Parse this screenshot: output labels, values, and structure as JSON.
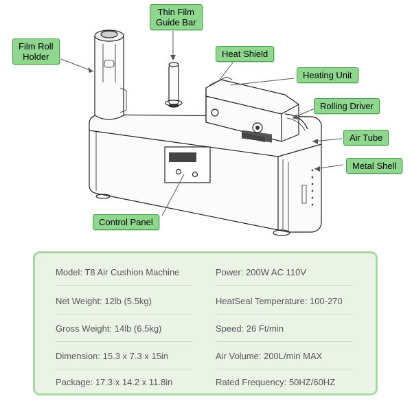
{
  "callouts": {
    "film_roll_holder": [
      "Film Roll",
      "Holder"
    ],
    "thin_film_guide_bar": [
      "Thin Film",
      "Guide Bar"
    ],
    "heat_shield": "Heat Shield",
    "heating_unit": "Heating Unit",
    "rolling_driver": "Rolling Driver",
    "air_tube": "Air Tube",
    "metal_shell": "Metal Shell",
    "control_panel": "Control Panel"
  },
  "colors": {
    "callout_fill": "#8fd68f",
    "panel_fill": "#eaf3e6",
    "panel_border": "#a7d8a3"
  },
  "specs": [
    {
      "left": "Model: T8 Air Cushion Machine",
      "right": "Power: 200W  AC 110V"
    },
    {
      "left": "Net Weight: 12lb (5.5kg)",
      "right": "HeatSeal Temperature: 100-270"
    },
    {
      "left": "Gross Weight: 14lb (6.5kg)",
      "right": "Speed: 26 Ft/min"
    },
    {
      "left": "Dimension: 15.3 x 7.3 x 15in",
      "right": "Air Volume: 200L/min MAX"
    },
    {
      "left": "Package: 17.3 x 14.2 x 11.8in",
      "right": "Rated Frequency: 50HZ/60HZ"
    }
  ]
}
